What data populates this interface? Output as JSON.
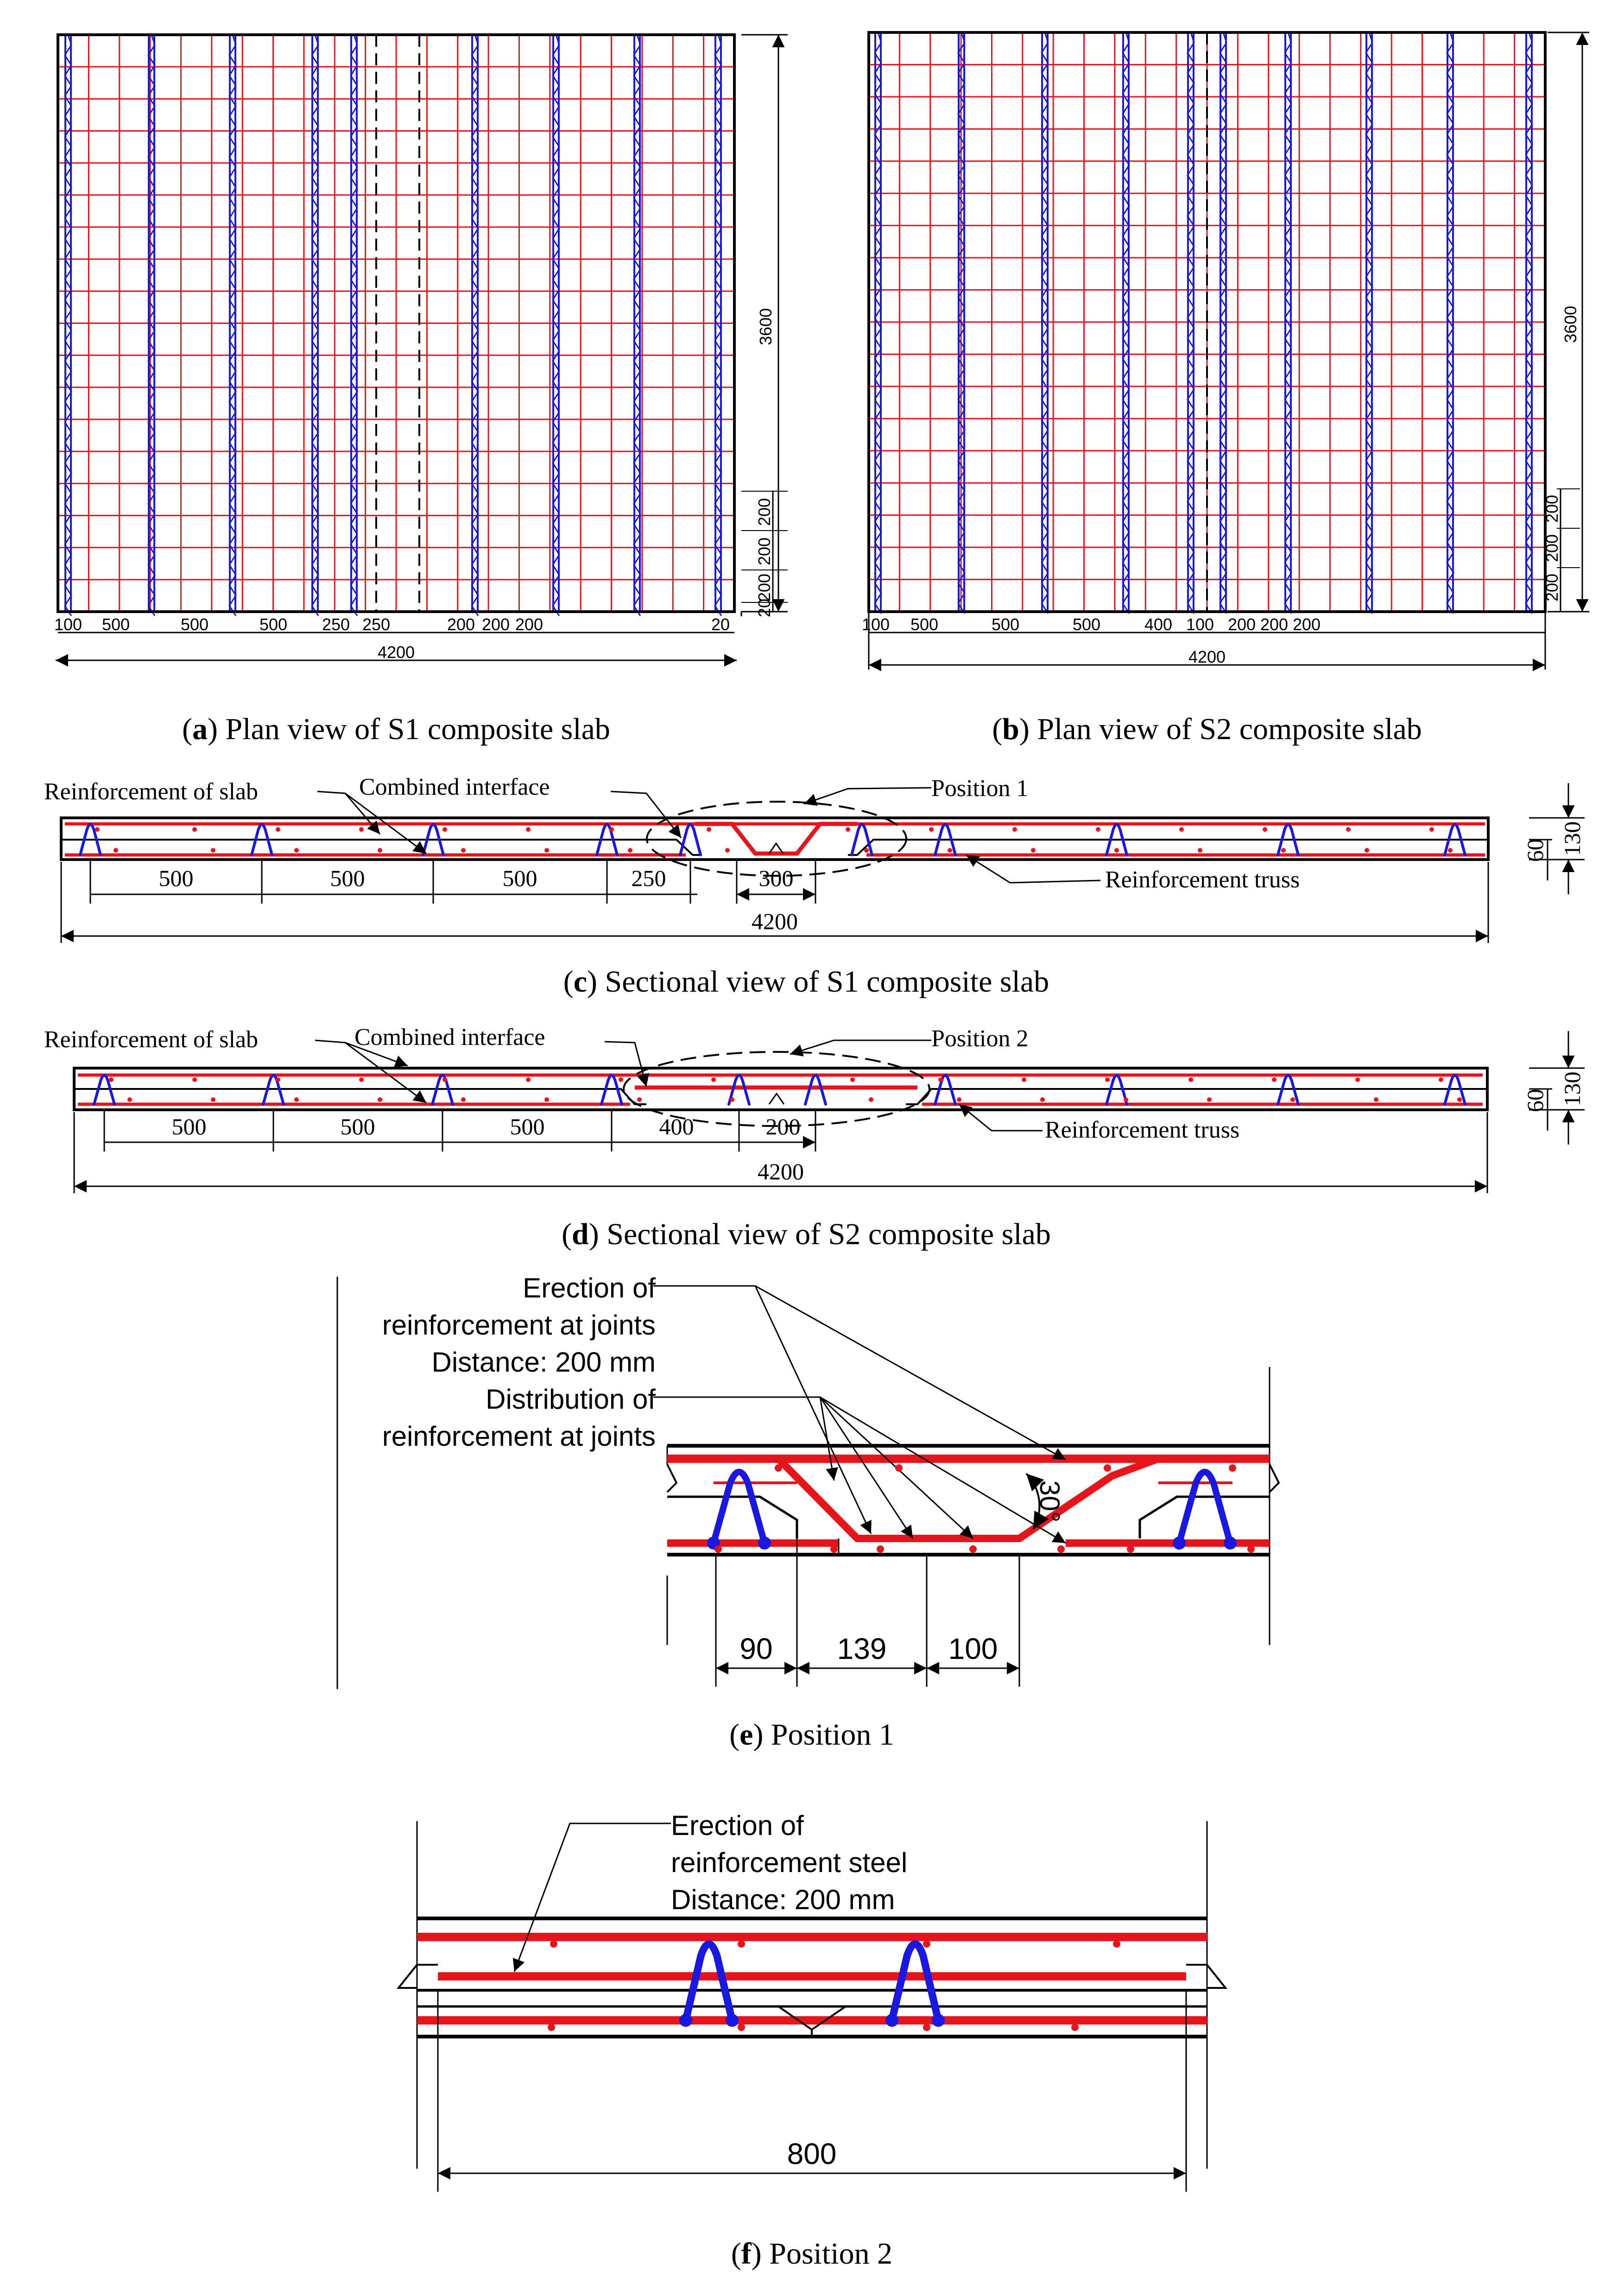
{
  "panel_a": {
    "caption_letter": "a",
    "caption_text": "Plan view of S1 composite slab",
    "dims_bottom": [
      "100",
      "500",
      "500",
      "500",
      "250",
      "250",
      "200",
      "200",
      "200",
      "20"
    ],
    "dim_total": "4200",
    "dim_height": "3600",
    "dims_right": [
      "200",
      "200",
      "200",
      "20"
    ]
  },
  "panel_b": {
    "caption_letter": "b",
    "caption_text": "Plan view of S2 composite slab",
    "dims_bottom": [
      "100",
      "500",
      "500",
      "500",
      "400",
      "100",
      "200",
      "200",
      "200"
    ],
    "dim_total": "4200",
    "dim_height": "3600",
    "dims_right": [
      "200",
      "200",
      "200"
    ]
  },
  "panel_c": {
    "caption_letter": "c",
    "caption_text": "Sectional view of S1 composite slab",
    "label_slab": "Reinforcement of slab",
    "label_interface": "Combined interface",
    "label_position": "Position 1",
    "label_truss": "Reinforcement truss",
    "dims": [
      "500",
      "500",
      "500",
      "250",
      "300"
    ],
    "dim_total": "4200",
    "dim_60": "60",
    "dim_130": "130"
  },
  "panel_d": {
    "caption_letter": "d",
    "caption_text": "Sectional view of S2 composite slab",
    "label_slab": "Reinforcement of slab",
    "label_interface": "Combined interface",
    "label_position": "Position 2",
    "label_truss": "Reinforcement truss",
    "dims": [
      "500",
      "500",
      "500",
      "400",
      "200"
    ],
    "dim_total": "4200",
    "dim_60": "60",
    "dim_130": "130"
  },
  "panel_e": {
    "caption_letter": "e",
    "caption_text": "Position 1",
    "erection_lines": [
      "Erection of",
      "reinforcement at joints",
      "Distance: 200 mm"
    ],
    "distribution_lines": [
      "Distribution of",
      "reinforcement at joints"
    ],
    "angle": "30°",
    "dims": [
      "90",
      "139",
      "100"
    ]
  },
  "panel_f": {
    "caption_letter": "f",
    "caption_text": "Position 2",
    "erection_lines": [
      "Erection of",
      "reinforcement steel",
      "Distance: 200 mm"
    ],
    "dim": "800"
  },
  "colors": {
    "rebar": "#e8141b",
    "truss": "#1818e0",
    "concrete": "#000000"
  }
}
